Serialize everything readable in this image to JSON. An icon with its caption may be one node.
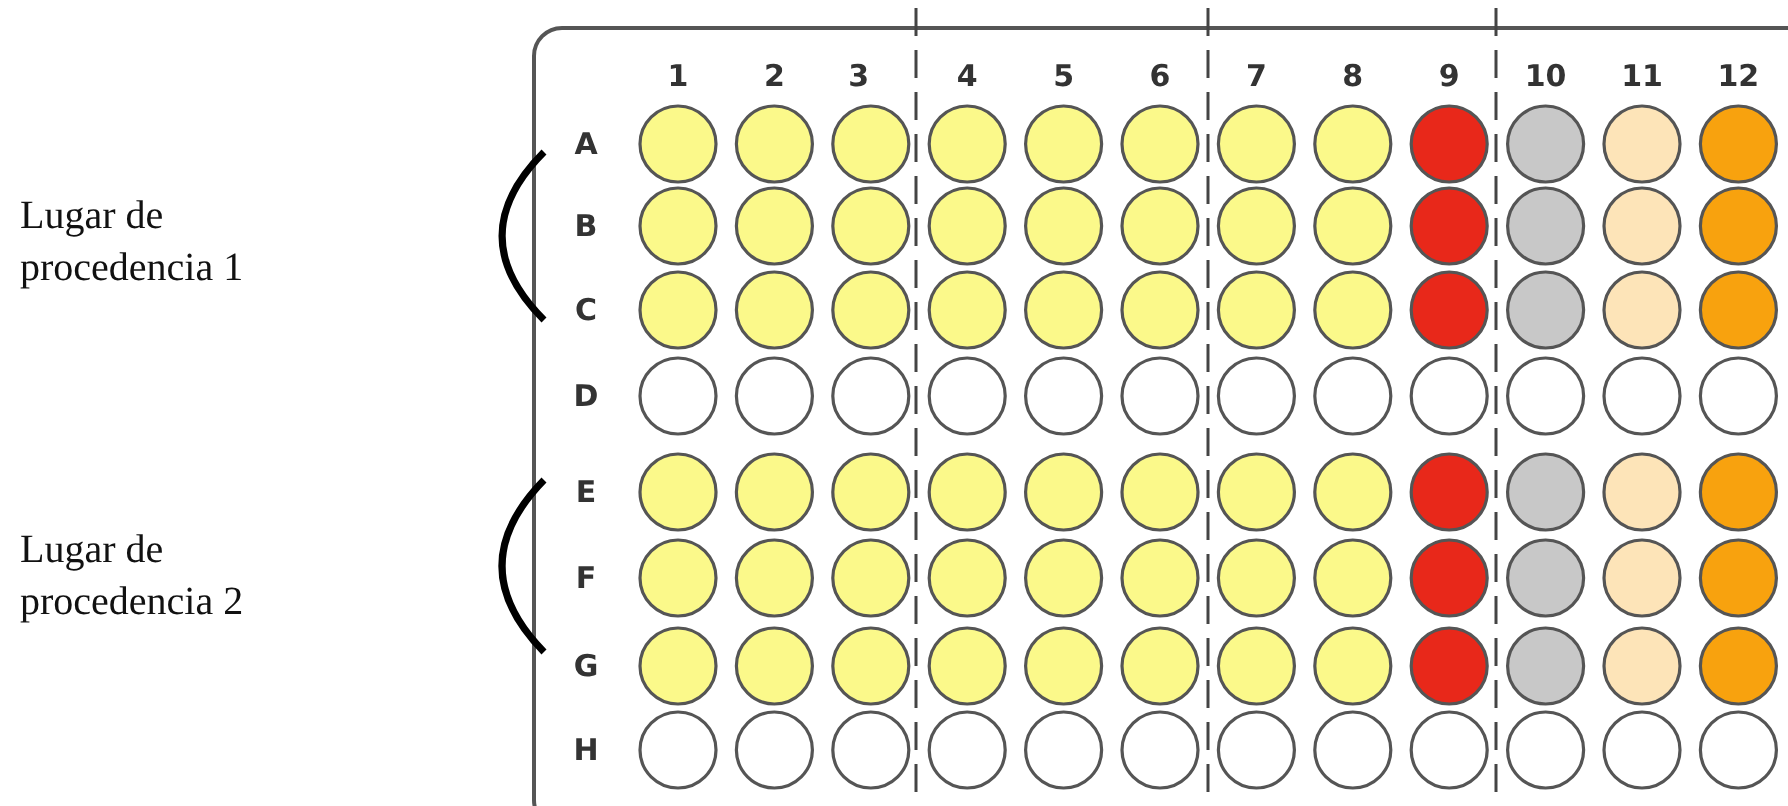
{
  "diagram": {
    "labels": [
      "1",
      "2",
      "3",
      "4",
      "5",
      "6",
      "7",
      "8",
      "9",
      "10",
      "11",
      "12",
      "A",
      "B",
      "C",
      "D",
      "E",
      "F",
      "G",
      "H",
      "Lugar de procedencia 1",
      "Lugar de procedencia 2"
    ]
  }
}
